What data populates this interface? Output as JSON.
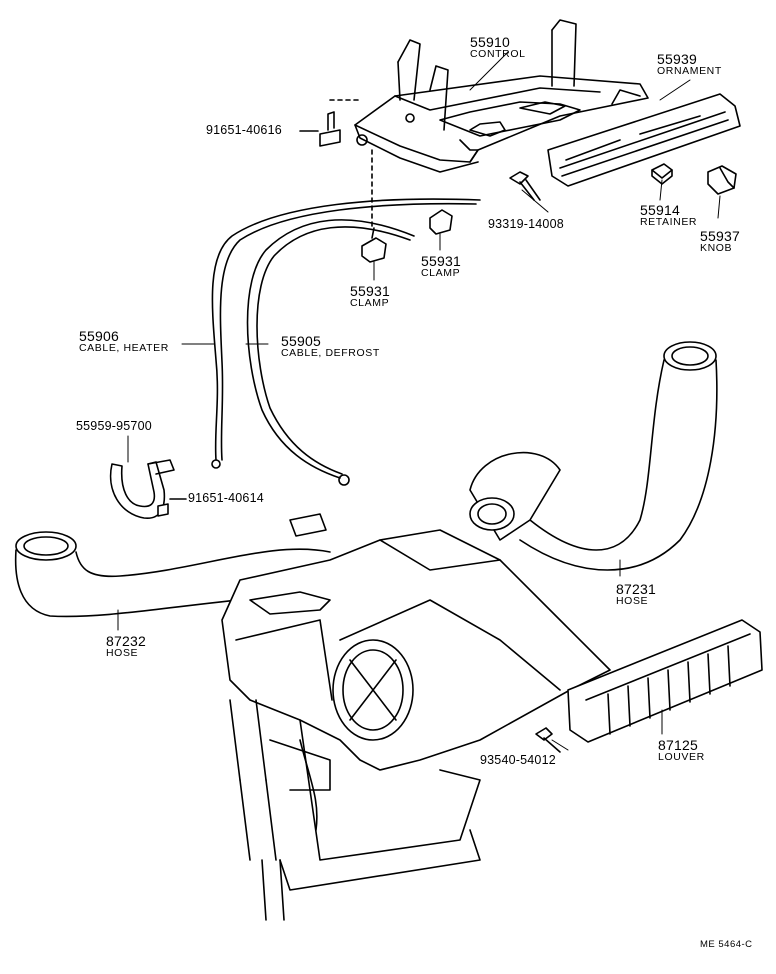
{
  "diagram": {
    "code": "ME  5464-C",
    "colors": {
      "line": "#000000",
      "paper": "#ffffff",
      "fill": "#ffffff"
    },
    "parts": [
      {
        "id": "control",
        "number": "55910",
        "desc": "CONTROL"
      },
      {
        "id": "ornament",
        "number": "55939",
        "desc": "ORNAMENT"
      },
      {
        "id": "bolt1",
        "number": "91651-40616",
        "desc": ""
      },
      {
        "id": "screw1",
        "number": "93319-14008",
        "desc": ""
      },
      {
        "id": "retainer",
        "number": "55914",
        "desc": "RETAINER"
      },
      {
        "id": "knob",
        "number": "55937",
        "desc": "KNOB"
      },
      {
        "id": "clamp1",
        "number": "55931",
        "desc": "CLAMP"
      },
      {
        "id": "clamp2",
        "number": "55931",
        "desc": "CLAMP"
      },
      {
        "id": "cable_heater",
        "number": "55906",
        "desc": "CABLE, HEATER"
      },
      {
        "id": "cable_defrost",
        "number": "55905",
        "desc": "CABLE, DEFROST"
      },
      {
        "id": "bracket",
        "number": "55959-95700",
        "desc": ""
      },
      {
        "id": "bolt2",
        "number": "91651-40614",
        "desc": ""
      },
      {
        "id": "hose_right",
        "number": "87231",
        "desc": "HOSE"
      },
      {
        "id": "hose_left",
        "number": "87232",
        "desc": "HOSE"
      },
      {
        "id": "screw2",
        "number": "93540-54012",
        "desc": ""
      },
      {
        "id": "louver",
        "number": "87125",
        "desc": "LOUVER"
      }
    ]
  }
}
